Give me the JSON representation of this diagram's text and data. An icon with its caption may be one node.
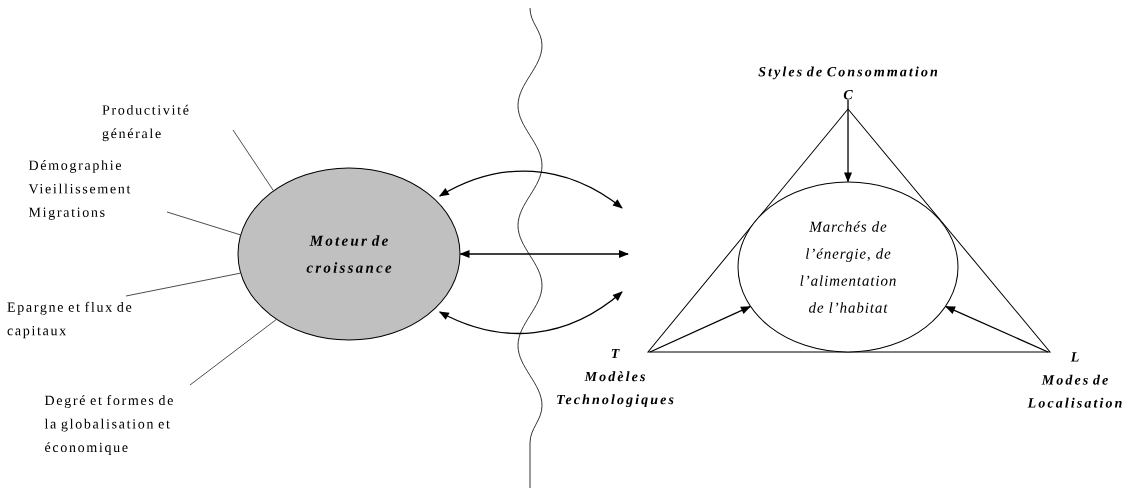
{
  "diagram": {
    "nodes": [
      {
        "text": [
          "Moteur de croissance"
        ]
      },
      {
        "text": [
          "Productivité générale"
        ]
      },
      {
        "text": [
          "Démographie Vieillissement Migrations"
        ]
      },
      {
        "text": [
          "Epargne et flux de capitaux"
        ]
      },
      {
        "text": [
          "Degré et formes de la globalisation et économique"
        ]
      },
      {
        "text": [],
        "shape": "triangle"
      },
      {
        "text": [
          "Marchés de l’énergie, de l’alimentation de l’habitat"
        ],
        "in": 5
      },
      {
        "text": [
          "Styles de Consommation",
          "C"
        ]
      },
      {
        "text": [
          "T",
          "Modèles Technologiques"
        ]
      },
      {
        "text": [
          "L",
          "Modes de Localisation"
        ]
      }
    ],
    "edges": [
      {
        "from": 1,
        "to": 0,
        "arrow": "none"
      },
      {
        "from": 2,
        "to": 0,
        "arrow": "none"
      },
      {
        "from": 3,
        "to": 0,
        "arrow": "none"
      },
      {
        "from": 4,
        "to": 0,
        "arrow": "none"
      },
      {
        "from": 0,
        "to": null,
        "arrow": "both"
      },
      {
        "from": 0,
        "to": null,
        "arrow": "both"
      },
      {
        "from": 0,
        "to": null,
        "arrow": "both"
      },
      {
        "from": 7,
        "to": 6,
        "arrow": "to"
      },
      {
        "from": 8,
        "to": 6,
        "arrow": "to"
      },
      {
        "from": 9,
        "to": 6,
        "arrow": "to"
      }
    ]
  }
}
